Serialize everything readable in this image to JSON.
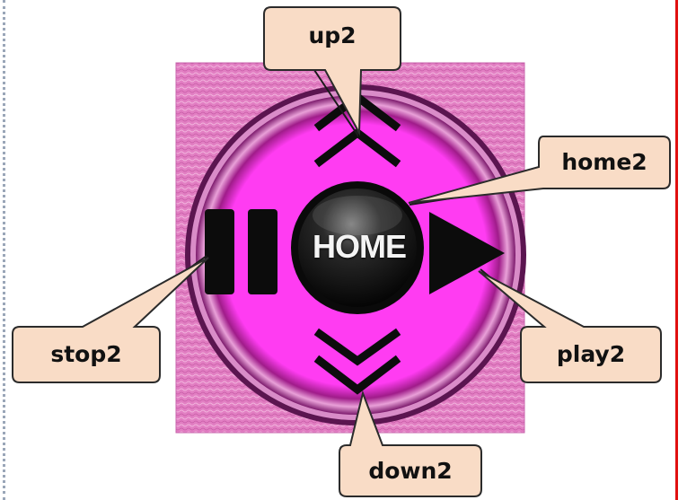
{
  "remote": {
    "center_button_label": "HOME",
    "colors": {
      "background_pink": "#e27fc3",
      "inner_magenta": "#ff2cf0",
      "callout_fill": "#f9dcc6",
      "callout_border": "#2b2b2b",
      "icon_black": "#0c0c0c",
      "divider_red": "#e01010"
    }
  },
  "callouts": {
    "up": "up2",
    "home": "home2",
    "stop": "stop2",
    "play": "play2",
    "down": "down2"
  }
}
